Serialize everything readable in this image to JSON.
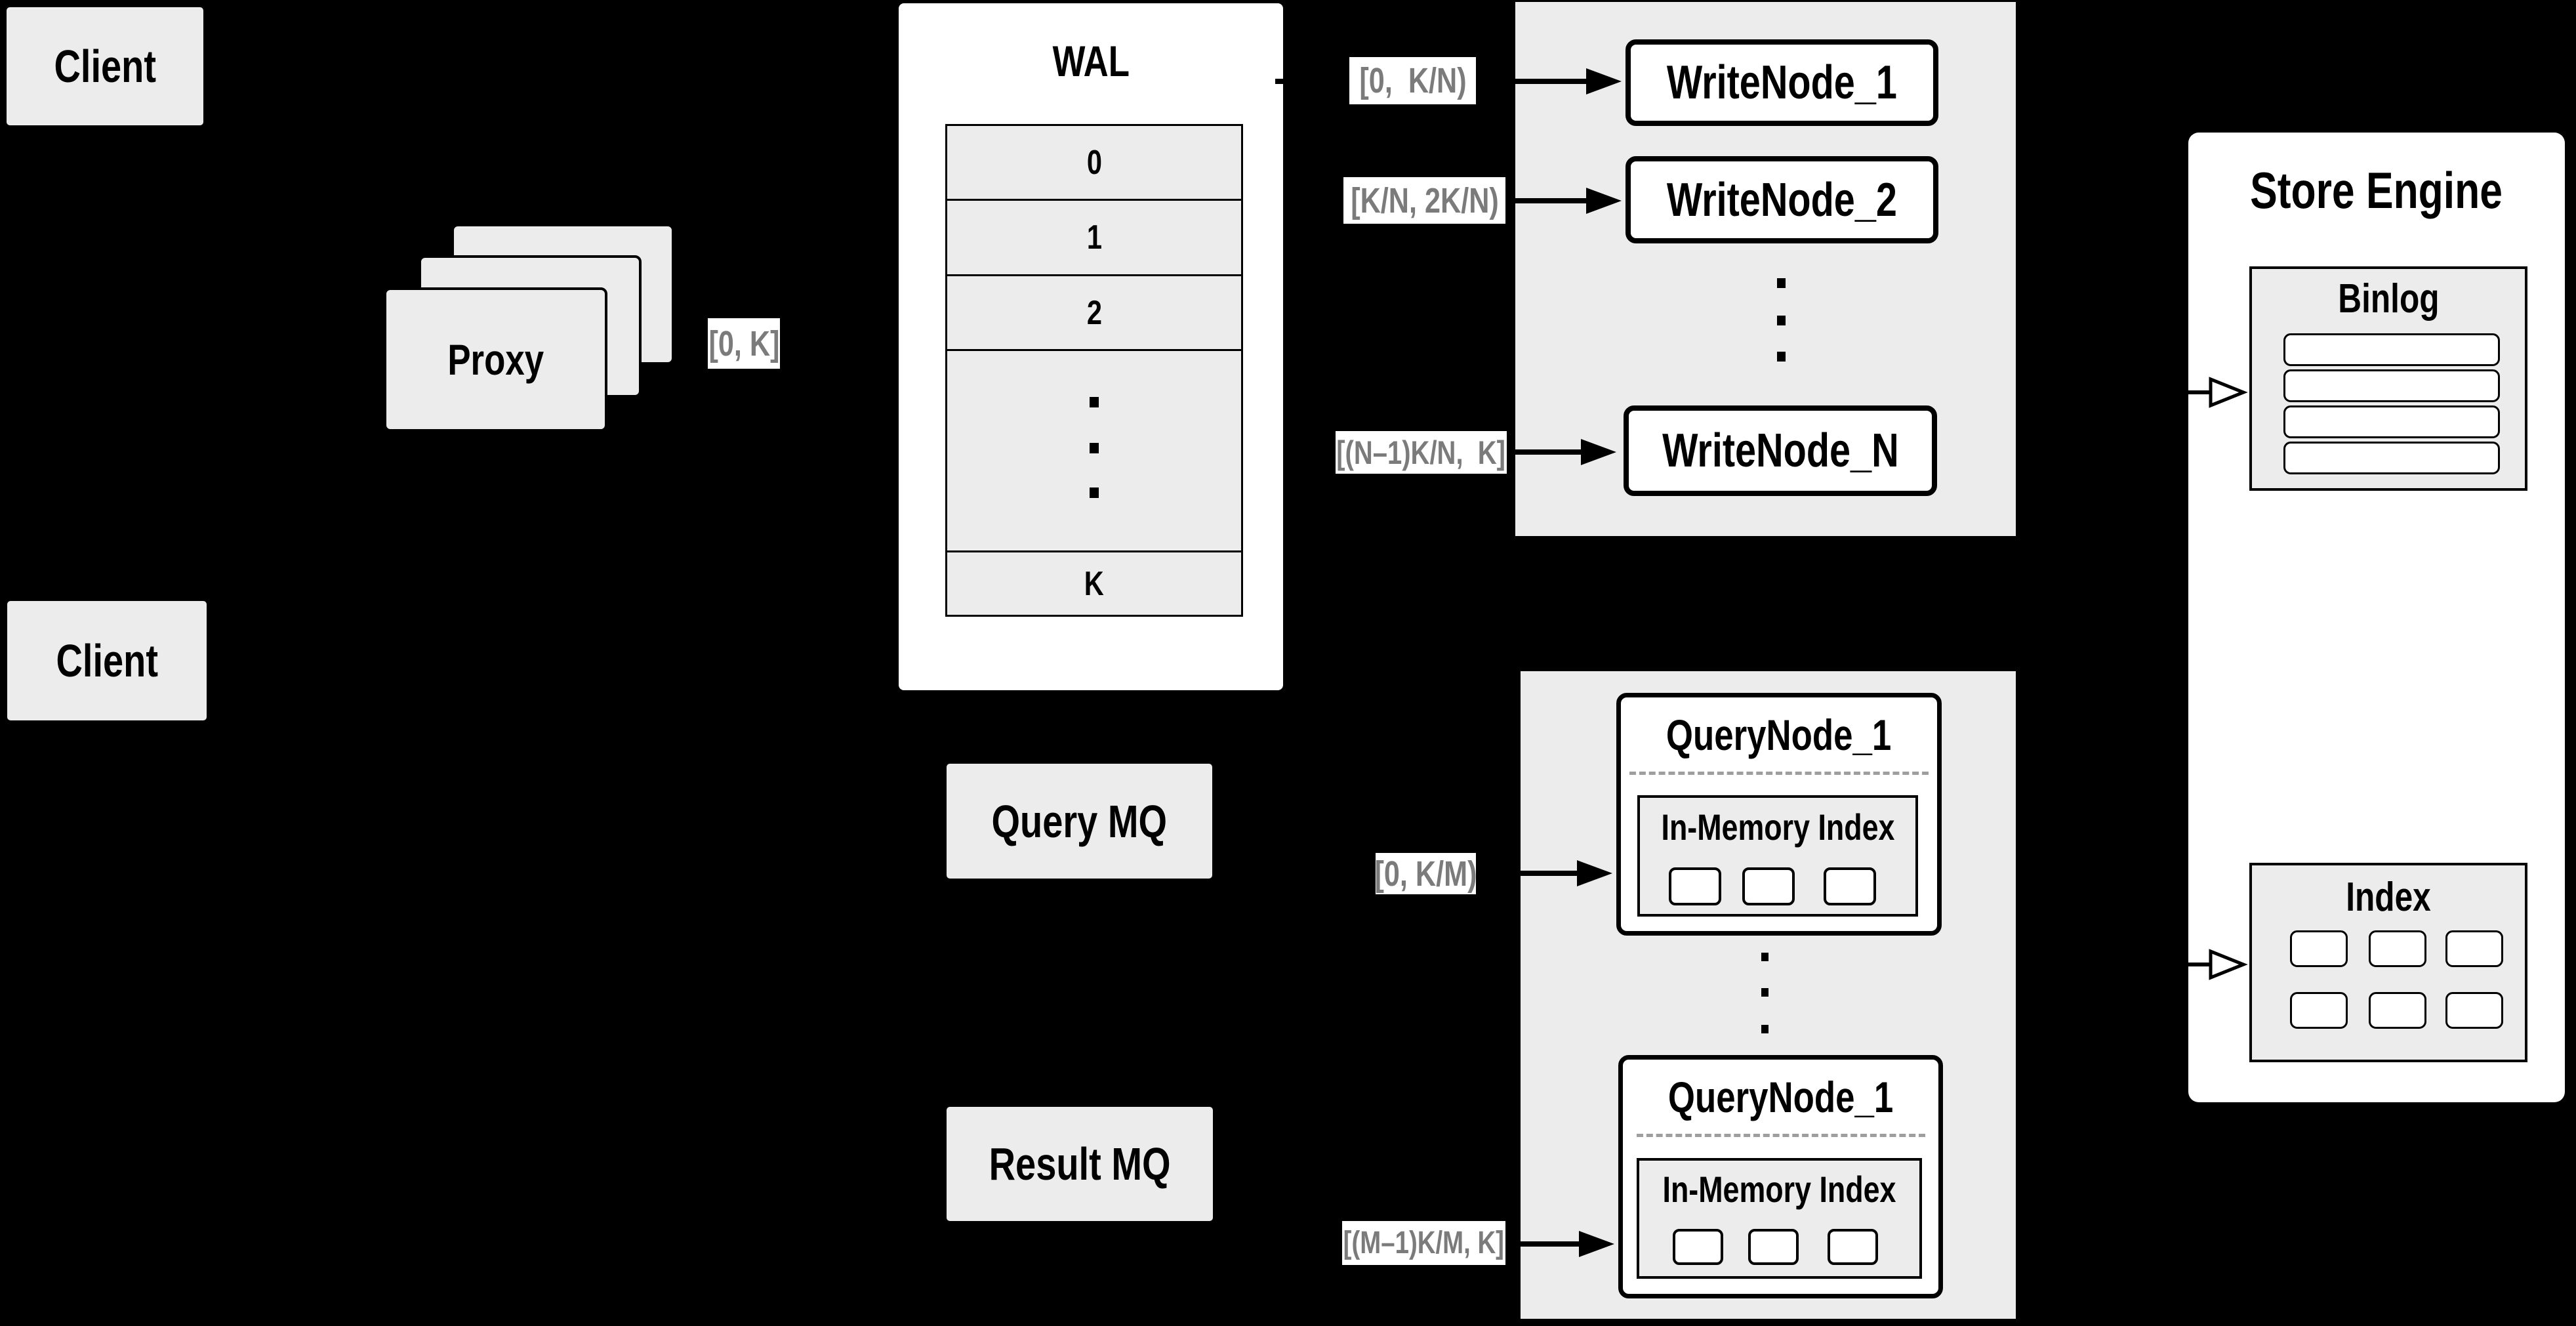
{
  "client_top": {
    "label": "Client"
  },
  "client_bottom": {
    "label": "Client"
  },
  "proxy": {
    "label": "Proxy"
  },
  "flow_labels": {
    "proxy_to_wal": "[0, K]",
    "wal_to_writenode_1": "[0,  K/N)",
    "wal_to_writenode_2": "[K/N, 2K/N)",
    "wal_to_writenode_n": "[(N–1)K/N,  K]",
    "query_mq_to_querynode_1": "[0, K/M)",
    "query_mq_to_querynode_m": "[(M–1)K/M, K]"
  },
  "wal": {
    "title": "WAL",
    "rows": [
      "0",
      "1",
      "2"
    ],
    "ellipsis": "...",
    "last_row": "K"
  },
  "write_panel": {
    "node1": "WriteNode_1",
    "node2": "WriteNode_2",
    "node_n": "WriteNode_N",
    "ellipsis": "..."
  },
  "query_mq": {
    "label": "Query MQ"
  },
  "result_mq": {
    "label": "Result MQ"
  },
  "query_panel": {
    "ellipsis": "...",
    "node1": {
      "title": "QueryNode_1",
      "inner_title": "In-Memory Index"
    },
    "node2": {
      "title": "QueryNode_1",
      "inner_title": "In-Memory Index"
    }
  },
  "store_engine": {
    "title": "Store Engine",
    "binlog_title": "Binlog",
    "index_title": "Index"
  }
}
